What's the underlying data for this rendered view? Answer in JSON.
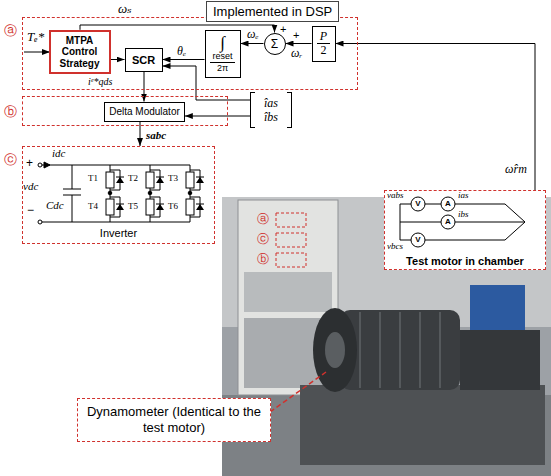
{
  "diagram": {
    "nodes": [
      {
        "text": [
          "Implemented in DSP",
          "ⓐ"
        ]
      },
      {
        "text": [
          "MTPA Control Strategy"
        ],
        "in": 0
      },
      {
        "text": [
          "SCR"
        ],
        "in": 0
      },
      {
        "text": [
          "∫",
          "reset",
          "2π"
        ],
        "in": 0
      },
      {
        "text": [
          "Σ"
        ],
        "in": 0
      },
      {
        "text": [
          "P",
          "2"
        ],
        "in": 0
      },
      {
        "text": [
          "ⓑ"
        ]
      },
      {
        "text": [
          "Delta Modulator"
        ],
        "in": 6
      },
      {
        "text": [
          "îas",
          "îbs"
        ]
      },
      {
        "text": [
          "ⓒ",
          "Inverter"
        ]
      },
      {
        "text": [
          "Test motor in chamber"
        ]
      },
      {
        "text": [
          "Dynamometer (Identical to the test motor)"
        ]
      }
    ],
    "edges": [
      {
        "from": 1,
        "to": 2,
        "arrow": "to",
        "label": "iᵉ*qds"
      },
      {
        "from": 1,
        "to": 4,
        "arrow": "to",
        "label": "ωₛ"
      },
      {
        "from": 4,
        "to": 3,
        "arrow": "to",
        "label": "ωₑ"
      },
      {
        "from": 3,
        "to": 2,
        "arrow": "to",
        "label": "θₑ"
      },
      {
        "from": 5,
        "to": 4,
        "arrow": "to",
        "label": "ωᵣ"
      },
      {
        "from": 2,
        "to": 7,
        "arrow": "to"
      },
      {
        "from": 8,
        "to": 2,
        "arrow": "to"
      },
      {
        "from": 8,
        "to": 7,
        "arrow": "to"
      },
      {
        "from": 7,
        "to": 9,
        "arrow": "to",
        "label": "sabc"
      },
      {
        "from": 10,
        "to": 5,
        "arrow": "to",
        "label": "ω̂rm"
      }
    ],
    "labels": [
      "Tₑ*",
      "+",
      "+",
      "idc",
      "+",
      "vdc",
      "−",
      "Cdc",
      "T1",
      "T2",
      "T3",
      "T4",
      "T5",
      "T6",
      "vabs",
      "V",
      "A",
      "ias",
      "A",
      "ibs",
      "vbcs",
      "V",
      "ⓐ",
      "ⓒ",
      "ⓑ"
    ]
  }
}
